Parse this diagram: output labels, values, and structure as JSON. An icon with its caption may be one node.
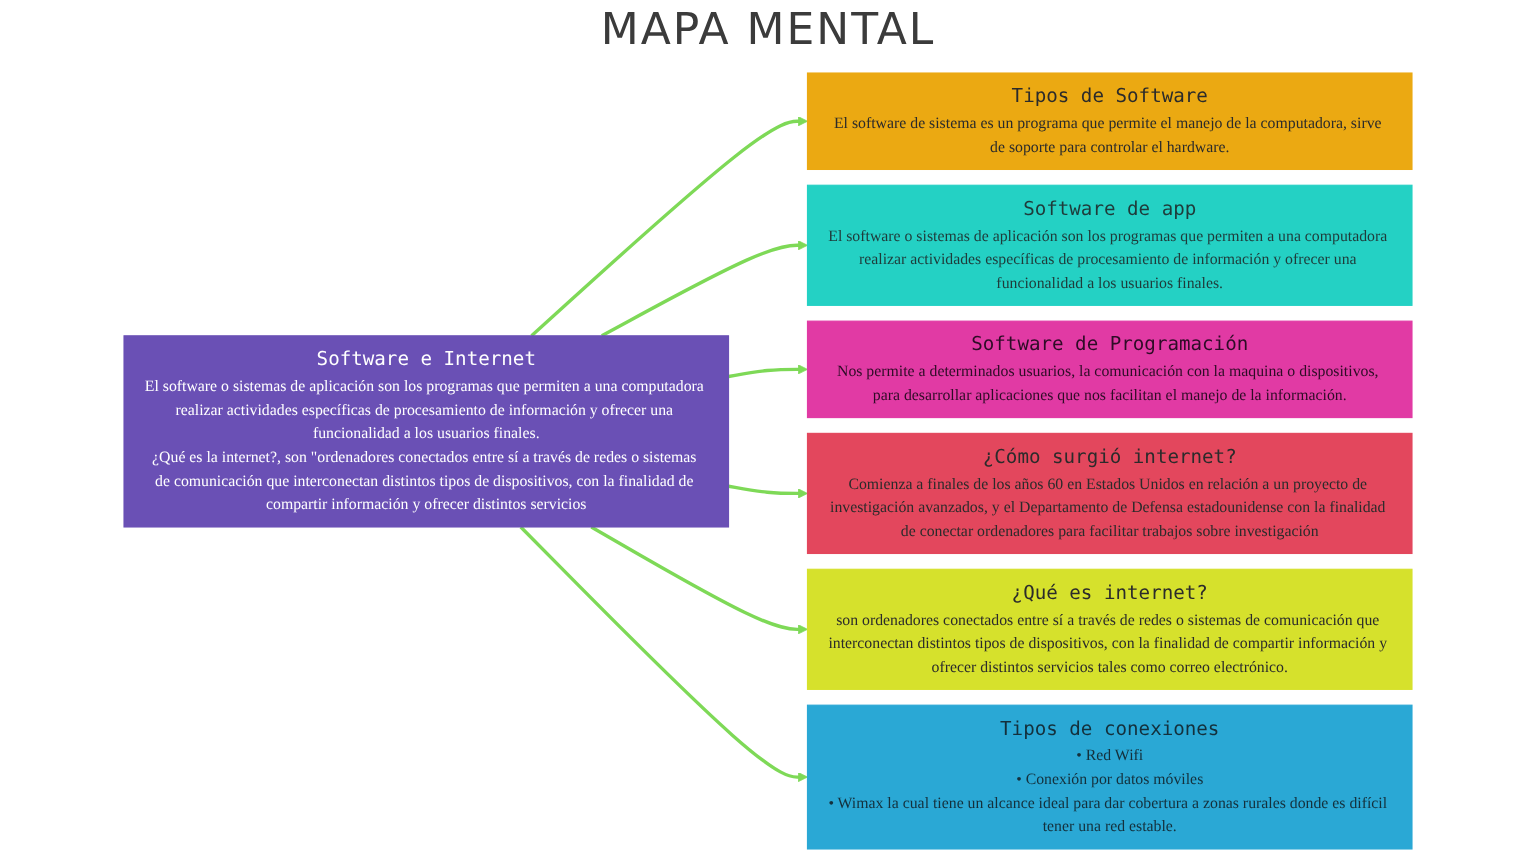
{
  "diagram": {
    "title": "MAPA MENTAL",
    "nodes": [
      {
        "text": [
          "Software e Internet",
          "El software o sistemas de aplicación son los programas que permiten a una computadora realizar actividades específicas de procesamiento de información y ofrecer una funcionalidad a los usuarios finales.",
          "¿Qué es la internet?, son \"ordenadores conectados entre sí a través de redes o sistemas de comunicación que interconectan distintos tipos de dispositivos, con la finalidad de compartir información y ofrecer distintos servicios"
        ]
      },
      {
        "text": [
          "Tipos de Software",
          "El software de sistema es un programa que permite el manejo de la computadora, sirve de soporte para controlar el hardware."
        ]
      },
      {
        "text": [
          "Software de app",
          "El software o sistemas de aplicación son los programas que permiten a una computadora realizar actividades específicas de procesamiento de información y ofrecer una funcionalidad a los usuarios finales."
        ]
      },
      {
        "text": [
          "Software de Programación",
          "Nos permite a determinados usuarios, la comunicación con la maquina o dispositivos, para desarrollar aplicaciones que nos facilitan el manejo de la información."
        ]
      },
      {
        "text": [
          "¿Cómo surgió internet?",
          "Comienza a finales de los años 60 en Estados Unidos en relación a un proyecto de investigación avanzados, y el Departamento de Defensa estadounidense con la finalidad de conectar ordenadores para facilitar trabajos sobre investigación"
        ]
      },
      {
        "text": [
          "¿Qué es internet?",
          "son ordenadores conectados entre sí a través de redes o sistemas de comunicación que interconectan distintos tipos de dispositivos, con la finalidad de compartir información y ofrecer distintos servicios tales como correo electrónico."
        ]
      },
      {
        "text": [
          "Tipos de conexiones",
          "• Red Wifi",
          "• Conexión por datos móviles",
          "• Wimax la cual tiene un alcance ideal para dar cobertura a zonas rurales donde es difícil tener una red estable."
        ]
      }
    ],
    "edges": [
      {
        "from": 0,
        "to": 1,
        "arrow": "to"
      },
      {
        "from": 0,
        "to": 2,
        "arrow": "to"
      },
      {
        "from": 0,
        "to": 3,
        "arrow": "to"
      },
      {
        "from": 0,
        "to": 4,
        "arrow": "to"
      },
      {
        "from": 0,
        "to": 5,
        "arrow": "to"
      },
      {
        "from": 0,
        "to": 6,
        "arrow": "to"
      }
    ]
  }
}
